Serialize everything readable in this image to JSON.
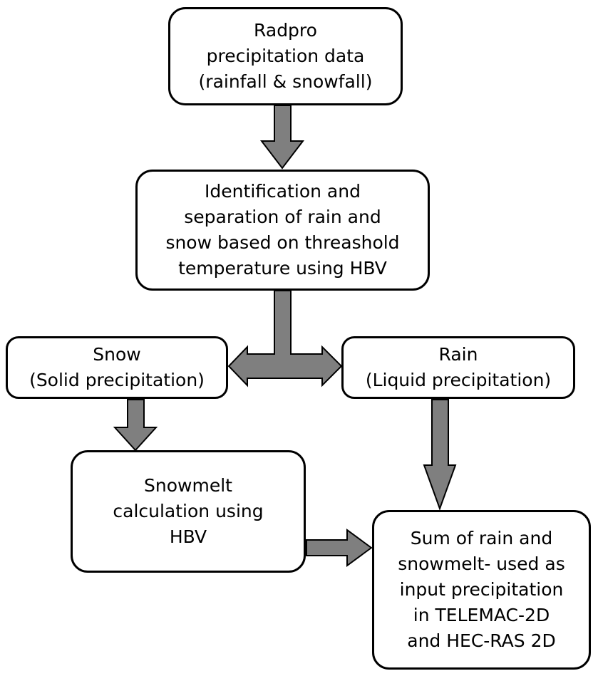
{
  "diagram": {
    "nodes": {
      "radpro": {
        "lines": [
          "Radpro",
          "precipitation data",
          "(rainfall & snowfall)"
        ]
      },
      "identify": {
        "lines": [
          "Identification and",
          "separation of rain and",
          "snow based on threashold",
          "temperature using HBV"
        ]
      },
      "snow": {
        "lines": [
          "Snow",
          "(Solid precipitation)"
        ]
      },
      "rain": {
        "lines": [
          "Rain",
          "(Liquid precipitation)"
        ]
      },
      "snowmelt": {
        "lines": [
          "Snowmelt",
          "calculation using",
          "HBV"
        ]
      },
      "sum": {
        "lines": [
          "Sum of rain and",
          "snowmelt- used as",
          "input precipitation",
          "in TELEMAC-2D",
          "and HEC-RAS 2D"
        ]
      }
    },
    "edges": [
      {
        "from": "radpro",
        "to": "identify",
        "kind": "arrow"
      },
      {
        "from": "identify",
        "to": "snow",
        "kind": "split-arrow"
      },
      {
        "from": "identify",
        "to": "rain",
        "kind": "split-arrow"
      },
      {
        "from": "snow",
        "to": "snowmelt",
        "kind": "arrow"
      },
      {
        "from": "rain",
        "to": "sum",
        "kind": "arrow"
      },
      {
        "from": "snowmelt",
        "to": "sum",
        "kind": "arrow"
      }
    ],
    "colors": {
      "arrow_fill": "#7f7f7f",
      "arrow_stroke": "#000000",
      "box_border": "#000000",
      "box_fill": "#ffffff"
    }
  }
}
